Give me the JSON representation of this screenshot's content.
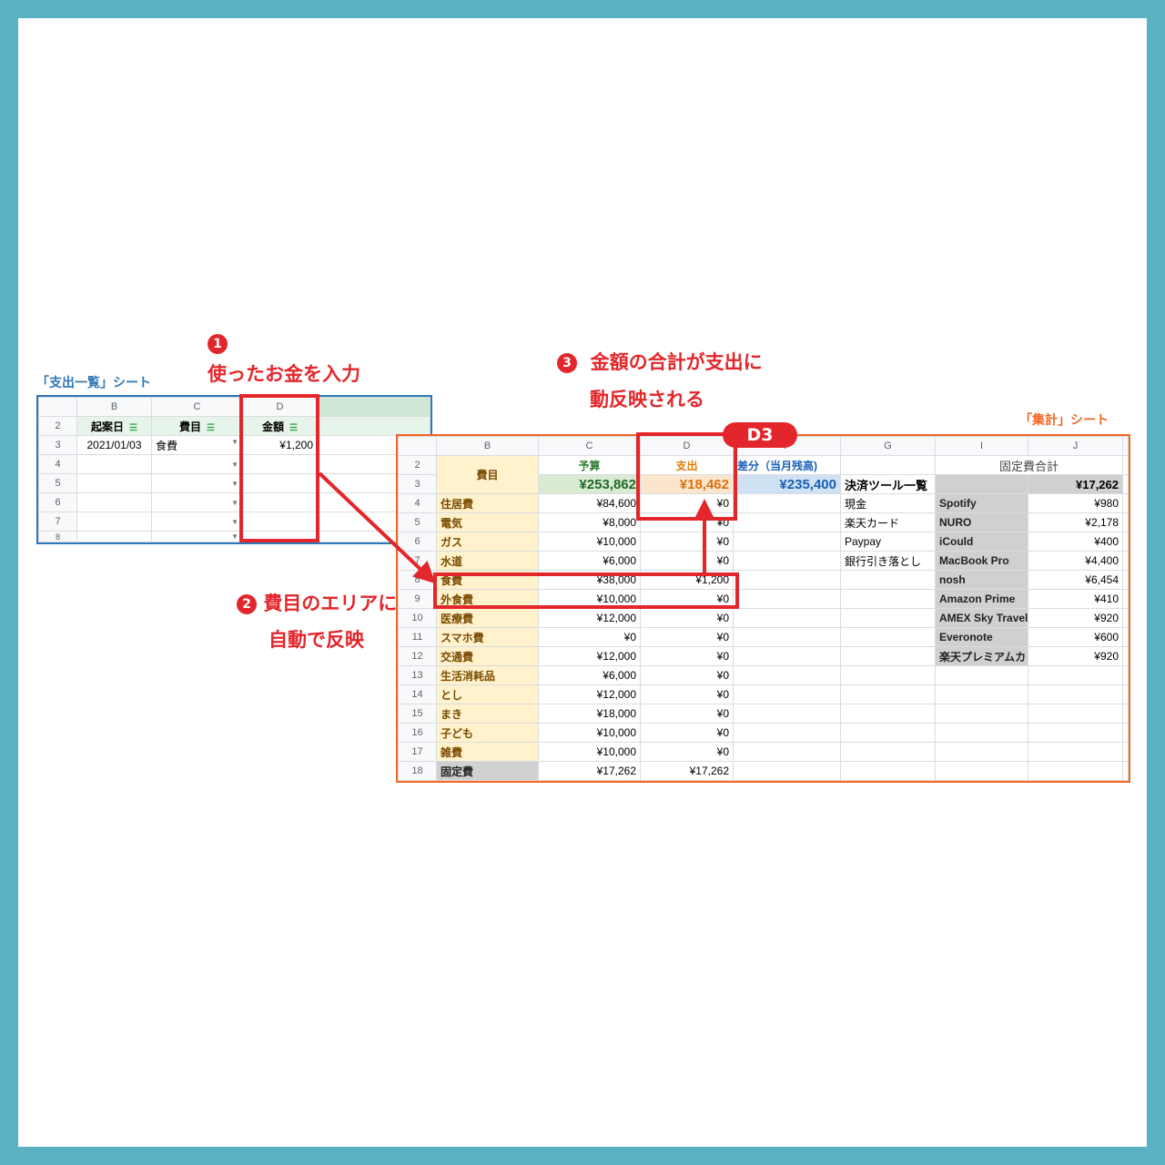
{
  "annotations": {
    "step1_num": "1",
    "step1": "使ったお金を入力",
    "step2_num": "2",
    "step2_line1": "費目のエリアに",
    "step2_line2": "自動で反映",
    "step3_num": "3",
    "step3_line1": "金額の合計が支出に",
    "step3_line2": "動反映される",
    "d3_badge": "D3"
  },
  "sheet1": {
    "caption": "「支出一覧」シート",
    "col_headers": [
      "B",
      "C",
      "D"
    ],
    "headers": {
      "row": "2",
      "b": "起案日",
      "c": "費目",
      "d": "金額"
    },
    "rows": [
      {
        "n": "3",
        "date": "2021/01/03",
        "cat": "食費",
        "amt": "¥1,200"
      },
      {
        "n": "4",
        "date": "",
        "cat": "",
        "amt": ""
      },
      {
        "n": "5",
        "date": "",
        "cat": "",
        "amt": ""
      },
      {
        "n": "6",
        "date": "",
        "cat": "",
        "amt": ""
      },
      {
        "n": "7",
        "date": "",
        "cat": "",
        "amt": ""
      },
      {
        "n": "8",
        "date": "",
        "cat": "",
        "amt": ""
      }
    ]
  },
  "sheet2": {
    "caption": "「集計」シート",
    "col_headers": [
      "B",
      "C",
      "D",
      "F",
      "G",
      "I",
      "J"
    ],
    "row2": {
      "n": "2",
      "b": "費目",
      "c": "予算",
      "d": "支出",
      "f": "差分（当月残高)",
      "i": "固定費合計"
    },
    "row3": {
      "n": "3",
      "c": "¥253,862",
      "d": "¥18,462",
      "f": "¥235,400",
      "g": "決済ツール一覧",
      "j": "¥17,262"
    },
    "rows": [
      {
        "n": "4",
        "b": "住居費",
        "c": "¥84,600",
        "d": "¥0",
        "g": "現金",
        "i": "Spotify",
        "j": "¥980"
      },
      {
        "n": "5",
        "b": "電気",
        "c": "¥8,000",
        "d": "¥0",
        "g": "楽天カード",
        "i": "NURO",
        "j": "¥2,178"
      },
      {
        "n": "6",
        "b": "ガス",
        "c": "¥10,000",
        "d": "¥0",
        "g": "Paypay",
        "i": "iCould",
        "j": "¥400"
      },
      {
        "n": "7",
        "b": "水道",
        "c": "¥6,000",
        "d": "¥0",
        "g": "銀行引き落とし",
        "i": "MacBook Pro",
        "j": "¥4,400"
      },
      {
        "n": "8",
        "b": "食費",
        "c": "¥38,000",
        "d": "¥1,200",
        "g": "",
        "i": "nosh",
        "j": "¥6,454"
      },
      {
        "n": "9",
        "b": "外食費",
        "c": "¥10,000",
        "d": "¥0",
        "g": "",
        "i": "Amazon Prime",
        "j": "¥410"
      },
      {
        "n": "10",
        "b": "医療費",
        "c": "¥12,000",
        "d": "¥0",
        "g": "",
        "i": "AMEX Sky Travel",
        "j": "¥920"
      },
      {
        "n": "11",
        "b": "スマホ費",
        "c": "¥0",
        "d": "¥0",
        "g": "",
        "i": "Everonote",
        "j": "¥600"
      },
      {
        "n": "12",
        "b": "交通費",
        "c": "¥12,000",
        "d": "¥0",
        "g": "",
        "i": "楽天プレミアムカ",
        "j": "¥920"
      },
      {
        "n": "13",
        "b": "生活消耗品",
        "c": "¥6,000",
        "d": "¥0",
        "g": "",
        "i": "",
        "j": ""
      },
      {
        "n": "14",
        "b": "とし",
        "c": "¥12,000",
        "d": "¥0",
        "g": "",
        "i": "",
        "j": ""
      },
      {
        "n": "15",
        "b": "まき",
        "c": "¥18,000",
        "d": "¥0",
        "g": "",
        "i": "",
        "j": ""
      },
      {
        "n": "16",
        "b": "子ども",
        "c": "¥10,000",
        "d": "¥0",
        "g": "",
        "i": "",
        "j": ""
      },
      {
        "n": "17",
        "b": "雑費",
        "c": "¥10,000",
        "d": "¥0",
        "g": "",
        "i": "",
        "j": ""
      },
      {
        "n": "18",
        "b": "固定費",
        "c": "¥17,262",
        "d": "¥17,262",
        "g": "",
        "i": "",
        "j": ""
      }
    ]
  },
  "colors": {
    "frame": "#5ab1c1",
    "annotation": "#e3262b",
    "sheet1_border": "#2f77b5",
    "sheet2_border": "#f26522"
  }
}
